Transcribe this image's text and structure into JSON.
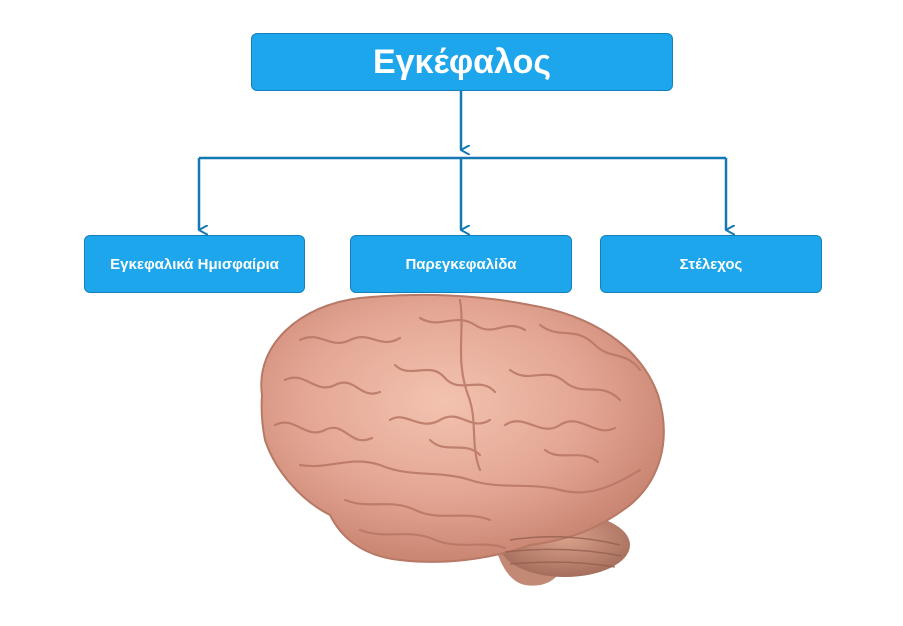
{
  "root": {
    "label": "Εγκέφαλος"
  },
  "children": [
    {
      "label": "Εγκεφαλικά Ημισφαίρια"
    },
    {
      "label": "Παρεγκεφαλίδα"
    },
    {
      "label": "Στέλεχος"
    }
  ],
  "image": {
    "subject": "brain-illustration"
  },
  "colors": {
    "node_fill": "#1ea6ec",
    "node_border": "#1480bb",
    "connector": "#1479b3",
    "text": "#ffffff"
  }
}
